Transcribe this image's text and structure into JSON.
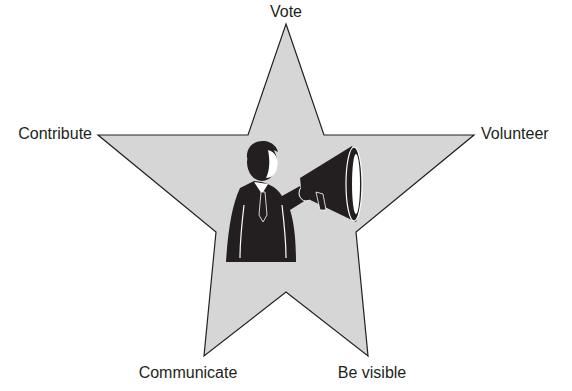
{
  "diagram": {
    "labels": [
      "Vote",
      "Contribute",
      "Volunteer",
      "Communicate",
      "Be visible"
    ]
  }
}
